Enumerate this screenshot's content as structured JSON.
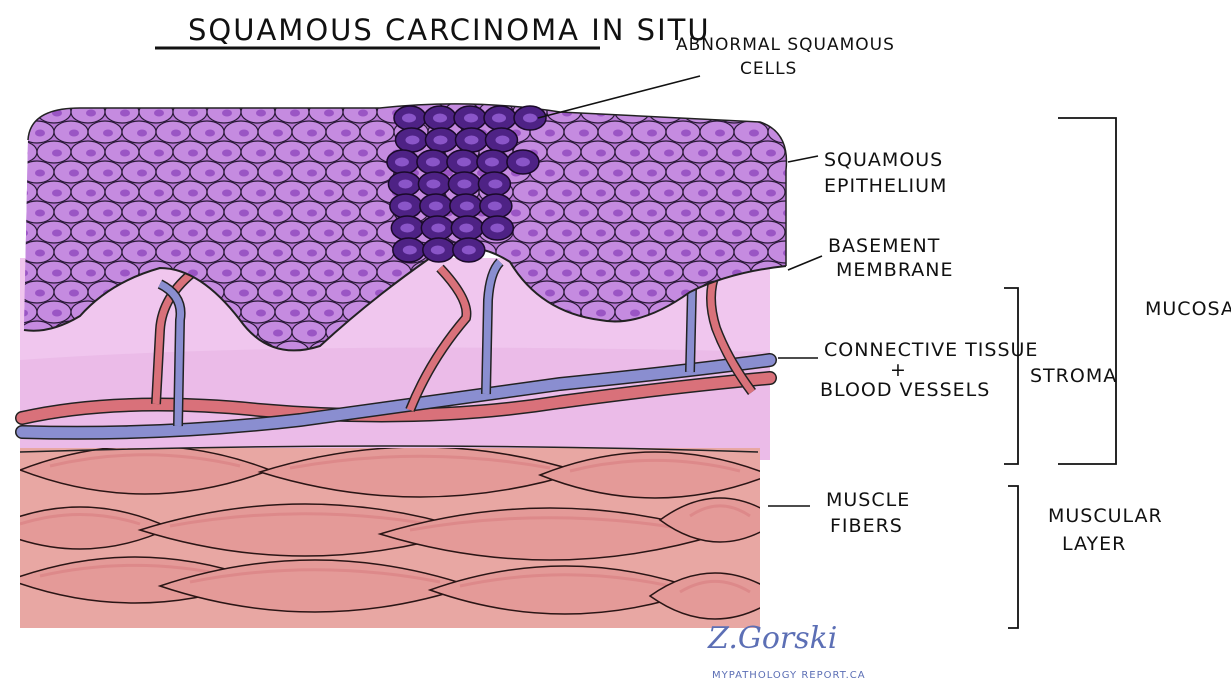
{
  "title": "SQUAMOUS CARCINOMA IN SITU",
  "labels": {
    "abnormal_cells_line1": "ABNORMAL SQUAMOUS",
    "abnormal_cells_line2": "CELLS",
    "epithelium_line1": "SQUAMOUS",
    "epithelium_line2": "EPITHELIUM",
    "basement_line1": "BASEMENT",
    "basement_line2": "MEMBRANE",
    "connective_line1": "CONNECTIVE TISSUE",
    "connective_plus": "+",
    "connective_line2": "BLOOD VESSELS",
    "stroma": "STROMA",
    "mucosa": "MUCOSA",
    "muscle_line1": "MUSCLE",
    "muscle_line2": "FIBERS",
    "muscular_line1": "MUSCULAR",
    "muscular_line2": "LAYER"
  },
  "signature": {
    "name": "Z.Gorski",
    "website": "MYPATHOLOGY REPORT.CA"
  },
  "colors": {
    "epithelium_cell": "#c58be0",
    "epithelium_bg": "#b777d4",
    "nucleus": "#9a55c4",
    "tumor_cell": "#4e2285",
    "tumor_nucleus": "#8a55c8",
    "stroma": "#f0c6ee",
    "artery": "#d9717a",
    "vein": "#8a8ed0",
    "muscle": "#e49a98",
    "muscle_dark": "#d97f80"
  }
}
